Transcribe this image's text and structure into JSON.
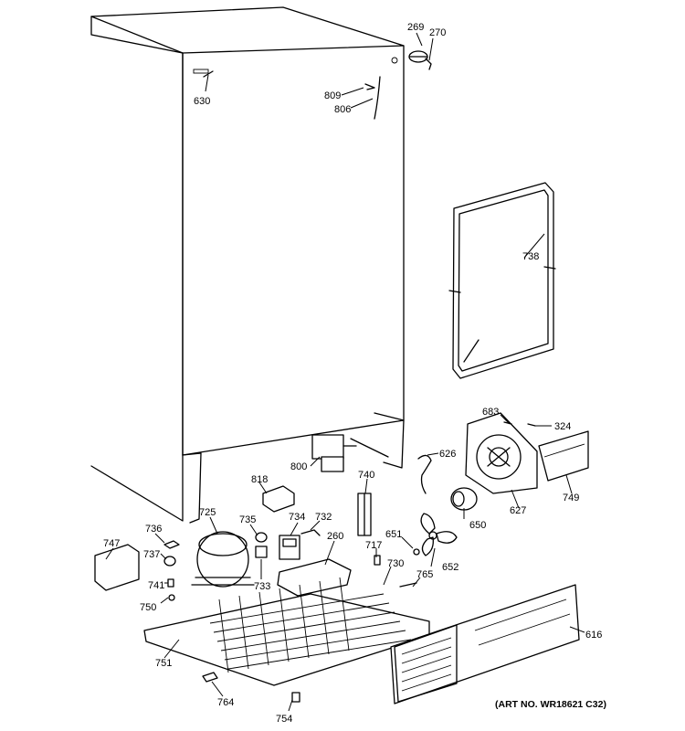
{
  "diagram": {
    "art_no": "(ART NO. WR18621 C32)",
    "callouts": [
      "269",
      "270",
      "630",
      "809",
      "806",
      "738",
      "683",
      "324",
      "626",
      "800",
      "818",
      "740",
      "627",
      "749",
      "725",
      "736",
      "735",
      "734",
      "732",
      "260",
      "650",
      "651",
      "747",
      "737",
      "717",
      "730",
      "652",
      "765",
      "741",
      "733",
      "750",
      "616",
      "751",
      "764",
      "754"
    ]
  }
}
